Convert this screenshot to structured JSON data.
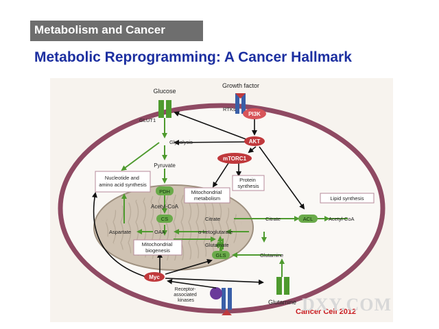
{
  "slide": {
    "section_tag": "Metabolism and Cancer",
    "title": "Metabolic Reprogramming: A Cancer Hallmark"
  },
  "diagram": {
    "nodes": {
      "glucose": "Glucose",
      "growth_factor": "Growth factor",
      "rtks": "RTKs",
      "pi3k": "PI3K",
      "glut1": "GLUT1",
      "glycolysis": "Glycolysis",
      "akt": "AKT",
      "mtorc1": "mTORC1",
      "pyruvate": "Pyruvate",
      "nucleotide_box": "Nucleotide and amino acid synthesis",
      "protein_synthesis": "Protein synthesis",
      "lipid_synthesis": "Lipid synthesis",
      "pdh": "PDH",
      "mito_metabolism": "Mitochondrial metabolism",
      "acetyl_coa_mito": "Acetyl-CoA",
      "cs": "CS",
      "citrate_mito": "Citrate",
      "citrate_cyto": "Citrate",
      "acl": "ACL",
      "acetyl_coa_cyto": "Acetyl-CoA",
      "aspartate": "Aspartate",
      "oaa": "OAA",
      "akg": "α-ketoglutarate",
      "mito_biogenesis": "Mitochondrial biogenesis",
      "glutamate": "Glutamate",
      "gls": "GLS",
      "glutamine_in": "Glutamine",
      "myc": "Myc",
      "receptor_kinases": "Receptor-associated kinases",
      "glutamine_out": "Glutamine"
    },
    "citation": "Cancer Cell 2012",
    "watermark": "DXY.COM"
  },
  "colors": {
    "tag_bg": "#6e6e6e",
    "title": "#1c2fa0",
    "cell_membrane": "#8f4a63",
    "mito_fill": "#cfc2b2",
    "green_arrow": "#4e9a2e",
    "red_node": "#c0393c",
    "pi3k_fill": "#d8555a",
    "receptor_blue": "#3a5fa8",
    "kinase_purple": "#6a3a9a",
    "citation": "#c8191e"
  }
}
